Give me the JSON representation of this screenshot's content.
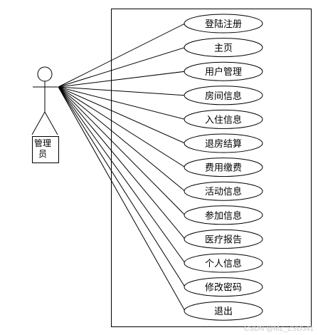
{
  "actor": {
    "label": "管理员"
  },
  "use_cases": [
    "登陆注册",
    "主页",
    "用户管理",
    "房间信息",
    "入住信息",
    "退房结算",
    "费用缴费",
    "活动信息",
    "参加信息",
    "医疗报告",
    "个人信息",
    "修改密码",
    "退出"
  ],
  "watermark": "CSDN @MZ_ZSD541",
  "colors": {
    "line": "#000000",
    "background": "#ffffff",
    "watermark": "#c9c9c9"
  }
}
